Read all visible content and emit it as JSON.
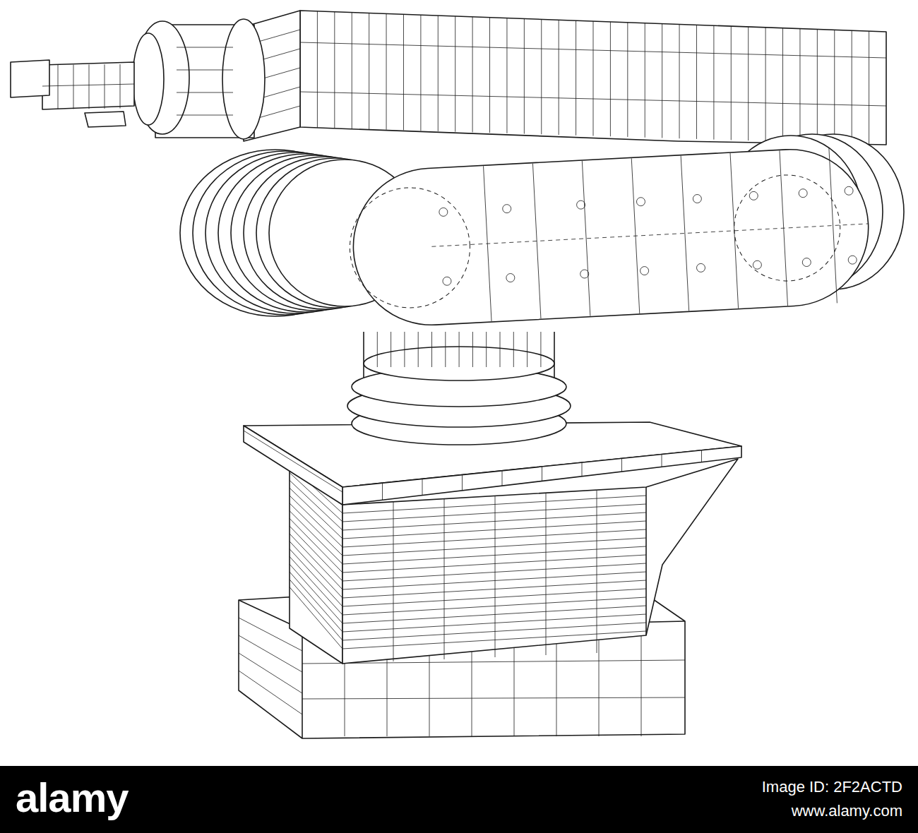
{
  "diagram": {
    "labels": [
      "alamy",
      "Image ID: 2F2ACTD",
      "www.alamy.com"
    ]
  }
}
